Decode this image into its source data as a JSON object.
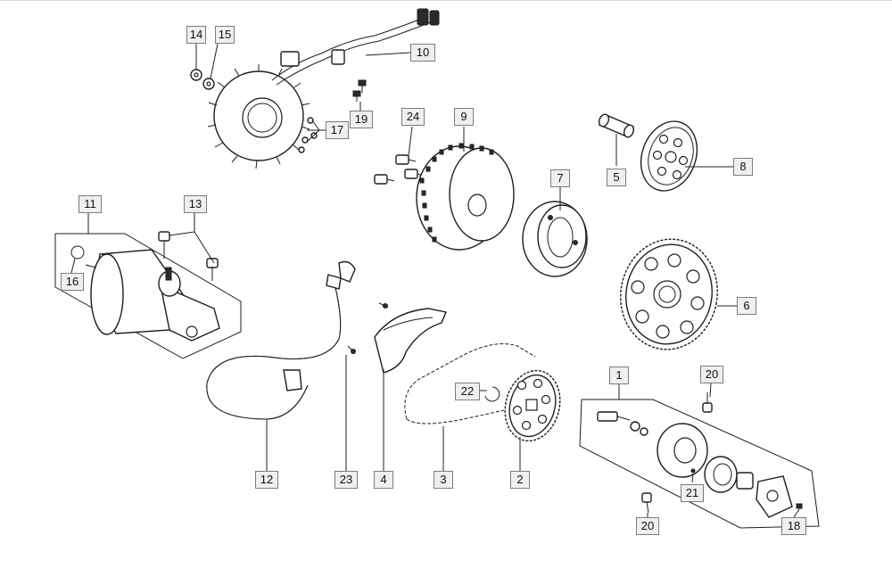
{
  "callouts": {
    "c1": "1",
    "c2": "2",
    "c3": "3",
    "c4": "4",
    "c5": "5",
    "c6": "6",
    "c7": "7",
    "c8": "8",
    "c9": "9",
    "c10": "10",
    "c11": "11",
    "c12": "12",
    "c13": "13",
    "c14": "14",
    "c15": "15",
    "c16": "16",
    "c17": "17",
    "c18": "18",
    "c19": "19",
    "c20a": "20",
    "c20b": "20",
    "c21": "21",
    "c22": "22",
    "c23": "23",
    "c24": "24"
  },
  "colors": {
    "line": "#1e1e1e",
    "label_fill": "#efefef",
    "label_border": "#7d7d7d"
  }
}
